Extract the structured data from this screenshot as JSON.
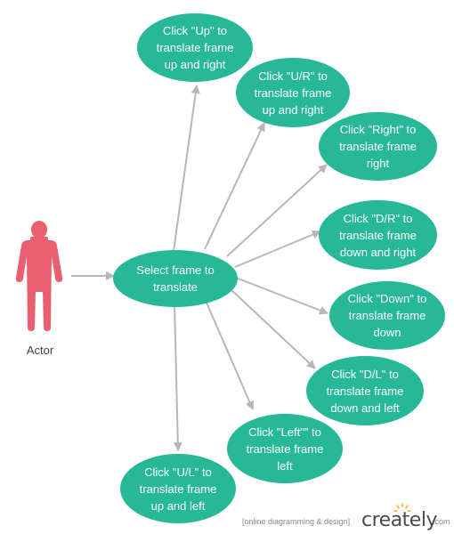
{
  "colors": {
    "node_fill": "#26b897",
    "node_text": "#ffffff",
    "actor": "#e95f6f",
    "edge": "#b7b7b7",
    "watermark_accent": "#f5b324"
  },
  "actor": {
    "label": "Actor",
    "icon": "person-icon"
  },
  "center_node": {
    "label": "Select frame to\ntranslate"
  },
  "use_cases": {
    "up": {
      "label": "Click \"Up\" to\ntranslate frame\nup and right"
    },
    "ur": {
      "label": "Click \"U/R\" to\ntranslate frame\nup and right"
    },
    "right": {
      "label": "Click \"Right\" to\ntranslate frame\nright"
    },
    "dr": {
      "label": "Click \"D/R\" to\ntranslate frame\ndown and right"
    },
    "down": {
      "label": "Click \"Down\" to\ntranslate frame\ndown"
    },
    "dl": {
      "label": "Click \"D/L\" to\ntranslate frame\ndown and left"
    },
    "left": {
      "label": "Click \"Left\"\" to\ntranslate frame\nleft"
    },
    "ul": {
      "label": "Click \"U/L\" to\ntranslate frame\nup and left"
    }
  },
  "watermark": {
    "tagline": "[online diagramming & design]",
    "brand": "creately",
    "suffix": ".com"
  }
}
